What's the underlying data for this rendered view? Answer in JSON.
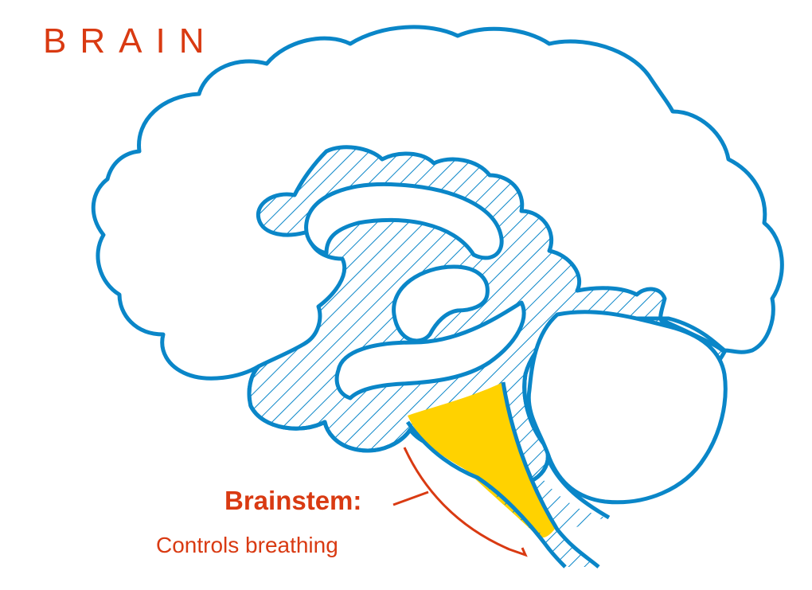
{
  "title": "BRAIN",
  "annotation": {
    "name": "Brainstem:",
    "description": "Controls breathing"
  },
  "colors": {
    "outline": "#0a86c8",
    "highlight": "#ffd200",
    "text": "#d93a12",
    "background": "#ffffff"
  },
  "parts": {
    "cerebrum": "cerebrum",
    "inner_region": "midsagittal-interior",
    "cerebellum": "cerebellum",
    "brainstem": "brainstem",
    "spinal_cord": "spinal-cord"
  }
}
